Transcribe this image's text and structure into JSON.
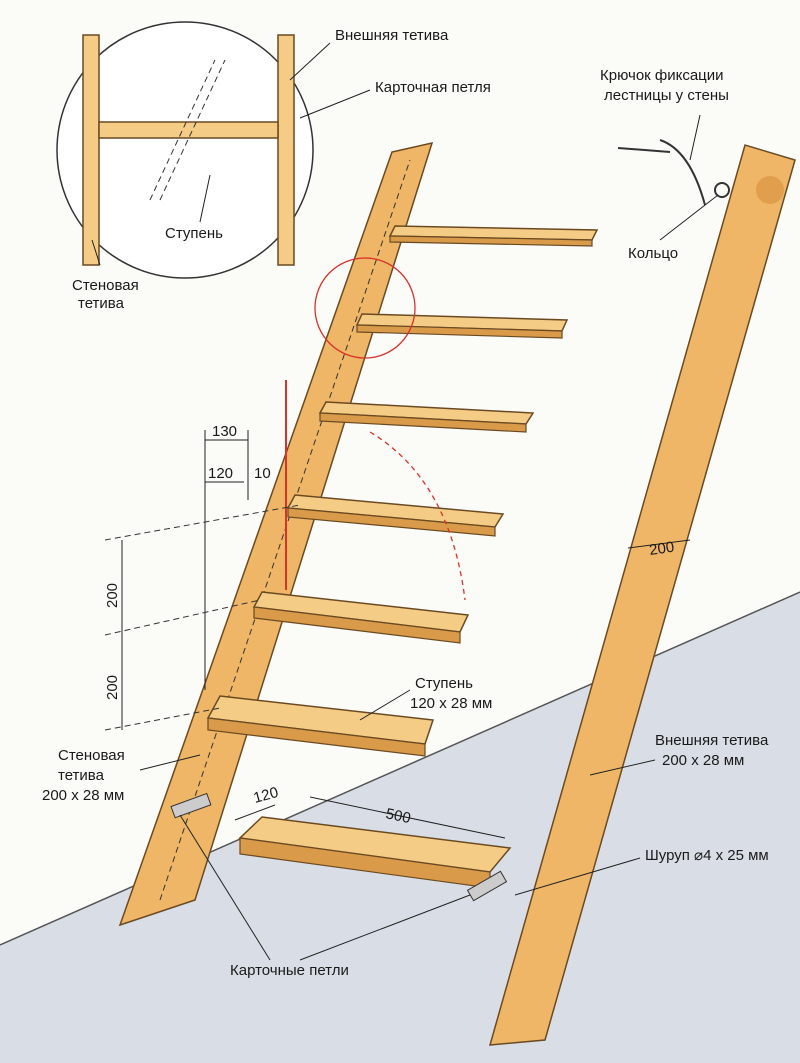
{
  "labels": {
    "inset_outer_stringer": "Внешняя тетива",
    "inset_hinge": "Карточная петля",
    "inset_step": "Ступень",
    "inset_wall_stringer_1": "Стеновая",
    "inset_wall_stringer_2": "тетива",
    "hook_1": "Крючок фиксации",
    "hook_2": "лестницы у стены",
    "ring": "Кольцо",
    "step_1": "Ступень",
    "step_2": "120 x 28 мм",
    "wall_stringer_1": "Стеновая",
    "wall_stringer_2": "тетива",
    "wall_stringer_3": "200 x 28 мм",
    "outer_stringer_1": "Внешняя тетива",
    "outer_stringer_2": "200 x 28 мм",
    "screw": "Шуруп ⌀4 x 25 мм",
    "hinges": "Карточные петли"
  },
  "dimensions": {
    "d130": "130",
    "d120": "120",
    "d10": "10",
    "d200a": "200",
    "d200b": "200",
    "stringer_width": "200",
    "step_depth": "120",
    "step_length": "500"
  },
  "colors": {
    "wood": "#eeb666",
    "floor": "#d9dee6",
    "accent": "#d8322a"
  }
}
